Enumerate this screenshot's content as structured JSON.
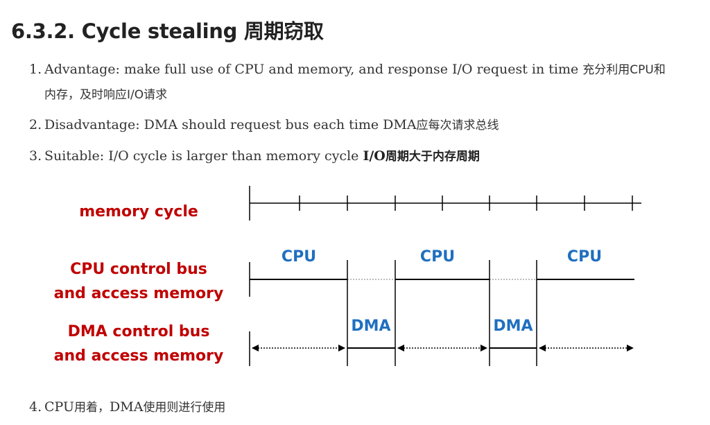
{
  "heading": "6.3.2. Cycle stealing 周期窃取",
  "list": [
    {
      "num": "1.",
      "text": "Advantage: make full use of CPU and memory, and response I/O request in time ",
      "cn": "充分利用CPU和",
      "cont": "内存，及时响应I/O请求"
    },
    {
      "num": "2.",
      "text": "Disadvantage: DMA should request bus each time DMA",
      "cn": "应每次请求总线"
    },
    {
      "num": "3.",
      "text": "Suitable: I/O cycle is larger than memory cycle ",
      "bold_serif": "I/O",
      "bold_cn": "周期大于内存周期"
    },
    {
      "num": "4.",
      "text": "CPU",
      "cn": "用着，",
      "text2": "DMA",
      "cn2": "使用则进行使用"
    }
  ],
  "diagram": {
    "label_memory": "memory cycle",
    "label_cpu_line1": "CPU control bus",
    "label_cpu_line2": "and access memory",
    "label_dma_line1": "DMA control bus",
    "label_dma_line2": "and access memory",
    "cpu_text": "CPU",
    "dma_text": "DMA",
    "colors": {
      "label": "#c00000",
      "segment": "#1f6fc0",
      "line": "#000000"
    }
  }
}
